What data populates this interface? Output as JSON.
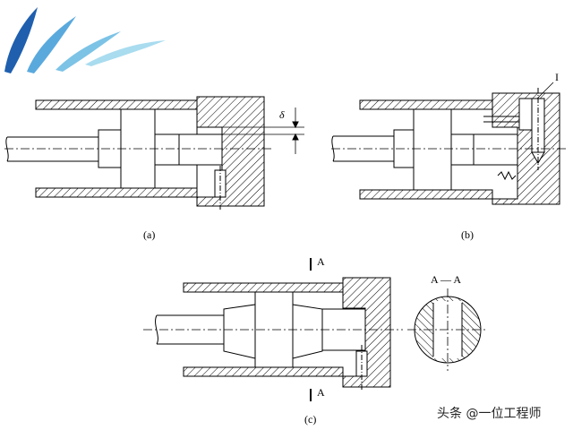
{
  "figure_a": {
    "caption": "(a)",
    "gap_symbol": "δ"
  },
  "figure_b": {
    "caption": "(b)",
    "callout": "I"
  },
  "figure_c": {
    "caption": "(c)",
    "section_mark_top": "A",
    "section_mark_bottom": "A",
    "section_title": "A — A"
  },
  "watermark": {
    "text": "头条 @一位工程师"
  },
  "colors": {
    "logo_blue": "#1f5fae",
    "logo_light": "#8fd0ea",
    "line": "#000000"
  }
}
